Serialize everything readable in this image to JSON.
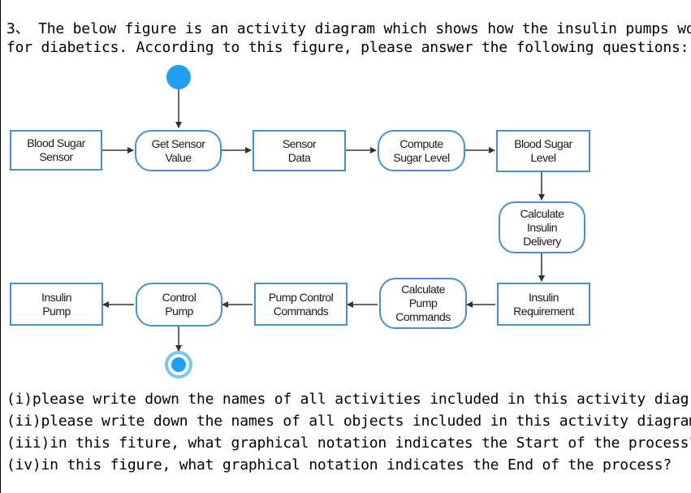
{
  "header": {
    "line1": "3、 The below figure is an activity diagram which shows how the insulin pumps works",
    "line2": "for diabetics. According to this figure, please answer the following questions:"
  },
  "diagram": {
    "objects": {
      "blood_sugar_sensor": "Blood Sugar\nSensor",
      "sensor_data": "Sensor\nData",
      "blood_sugar_level": "Blood Sugar\nLevel",
      "insulin_requirement": "Insulin\nRequirement",
      "pump_control_commands": "Pump Control\nCommands",
      "insulin_pump": "Insulin\nPump"
    },
    "activities": {
      "get_sensor_value": "Get Sensor\nValue",
      "compute_sugar_level": "Compute\nSugar Level",
      "calculate_insulin_delivery": "Calculate\nInsulin\nDelivery",
      "calculate_pump_commands": "Calculate\nPump\nCommands",
      "control_pump": "Control\nPump"
    },
    "colors": {
      "node_border": "#4a8fd6",
      "start_fill": "#1e9ff2",
      "arrow": "#333333"
    }
  },
  "questions": {
    "q1": "(i)please write down the names of all activities included in this activity diagram.",
    "q2": "(ii)please write down the names of all objects included in this activity diagram.",
    "q3": "(iii)in this fiture, what graphical notation indicates the Start of the process?",
    "q4": "(iv)in this figure, what graphical notation indicates the End of the process?"
  }
}
